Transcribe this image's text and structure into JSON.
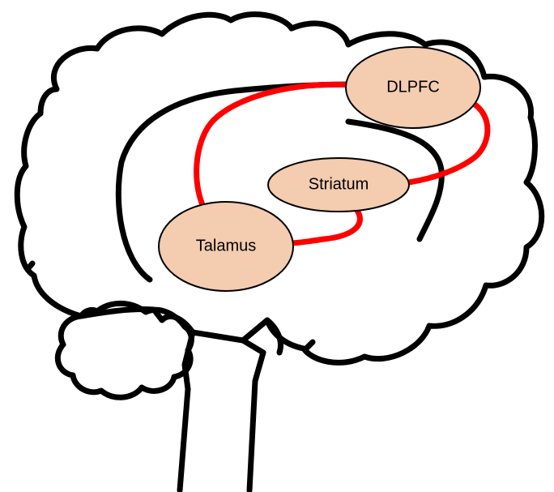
{
  "colors": {
    "circuit": "#ff0000",
    "node_fill": "#f4ccb0",
    "outline": "#000000"
  },
  "nodes": {
    "dlpfc": "DLPFC",
    "striatum": "Striatum",
    "thalamus": "Talamus"
  }
}
